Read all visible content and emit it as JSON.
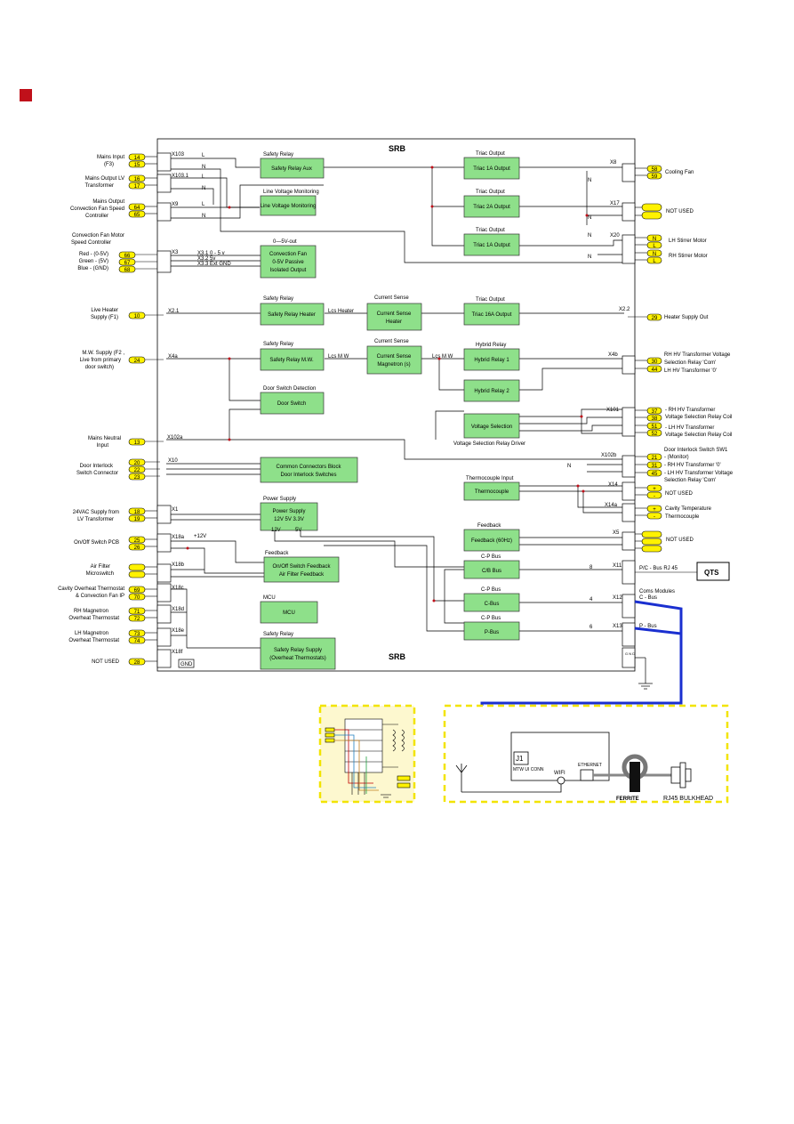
{
  "colors": {
    "green": "#8ee08a",
    "pin": "#fff200",
    "bus": "#1a2fd0",
    "dash": "#f2e400",
    "panel": "#fdf8cf"
  },
  "srb_top": "SRB",
  "srb_bottom": "SRB",
  "left": {
    "mains_input": "Mains Input",
    "mains_input_sub": "(F3)",
    "mains_out_lv": "Mains Output LV",
    "mains_out_lv_sub": "Transformer",
    "mo_conv": "Mains Output",
    "mo_conv2": "Convection Fan Speed",
    "mo_conv3": "Controller",
    "cf_motor": "Convection Fan Motor",
    "cf_motor2": "Speed Controller",
    "red": "Red - (0-5V)",
    "green": "Green - (5V)",
    "blue": "Blue - (GND)",
    "live_heater": "Live Heater",
    "live_heater2": "Supply (F1)",
    "mw1": "M.W. Supply (F2 ,",
    "mw2": "Live from primary",
    "mw3": "door switch)",
    "neutral1": "Mains Neutral",
    "neutral2": "Input",
    "di1": "Door Interlock",
    "di2": "Switch Connector",
    "v24a": "24VAC Supply from",
    "v24b": "LV Transformer",
    "onoff": "On/Off Switch PCB",
    "af1": "Air Filter",
    "af2": "Microswitch",
    "cot1": "Cavity Overheat Thermostat",
    "cot2": "& Convection Fan IP",
    "rhm1": "RH Magnetron",
    "rhm2": "Overheat Thermostat",
    "lhm1": "LH Magnetron",
    "lhm2": "Overheat Thermostat",
    "not_used": "NOT USED"
  },
  "pins": {
    "p14": "14",
    "p15": "15",
    "p16": "16",
    "p17": "17",
    "p64": "64",
    "p65": "65",
    "p66": "66",
    "p67": "67",
    "p68": "68",
    "p10": "10",
    "p24": "24",
    "p13": "13",
    "p20": "20",
    "p22": "22",
    "p23": "23",
    "p18": "18",
    "p19": "19",
    "p25": "25",
    "p26": "26",
    "p69": "69",
    "p70": "70",
    "p71": "71",
    "p72": "72",
    "p73": "73",
    "p74": "74",
    "p28": "28",
    "p58": "58",
    "p59": "59",
    "p29": "29",
    "p30": "30",
    "p44": "44",
    "p37": "37",
    "p38": "38",
    "p51": "51",
    "p52": "52",
    "p21": "21",
    "p31": "31",
    "p45": "45"
  },
  "conn": {
    "x103": "X103",
    "x103_1": "X103.1",
    "x9": "X9",
    "x3": "X3",
    "x3_1": "X3.1  0 - 5 v",
    "x3_2": "X3.2  5v",
    "x3_3": "X3.3 Ext GND",
    "x2_1": "X2.1",
    "x4a": "X4a",
    "x102a": "X102a",
    "x10": "X10",
    "x1": "X1",
    "x18a": "X18a",
    "x18b": "X18b",
    "x18c": "X18c",
    "x18d": "X18d",
    "x18e": "X18e",
    "x18f": "X18f",
    "x8": "X8",
    "x17": "X17",
    "x20": "X20",
    "x2_2": "X2.2",
    "x4b": "X4b",
    "x101": "X101",
    "x102b": "X102b",
    "x14": "X14",
    "x14a": "X14a",
    "x5": "X5",
    "x11": "X11",
    "x12": "X12",
    "x13": "X13",
    "L": "L",
    "N": "N",
    "v12": "+12V",
    "gnd": "GND",
    "lcs_heater": "Lcs Heater",
    "lcs_mw1": "Lcs M W",
    "lcs_mw2": "Lcs M W",
    "v05": "0—5V-out",
    "v12b": "12V",
    "v5b": "5V",
    "n8": "8",
    "n4": "4",
    "n6": "6"
  },
  "blocks": {
    "safety_relay_aux": "Safety Relay Aux",
    "line_vm": "Line Voltage Monitoring",
    "conv_fan1": "Convection Fan",
    "conv_fan2": "0-5V Passive",
    "conv_fan3": "Isolated Output",
    "sr_heater": "Safety Relay Heater",
    "cs_heater1": "Current Sense",
    "cs_heater2": "Heater",
    "sr_mw": "Safety Relay M.W.",
    "cs_mag1": "Current Sense",
    "cs_mag2": "Magnetron (s)",
    "door_switch": "Door Switch",
    "ccb1": "Common Connectors Block",
    "ccb2": "Door Interlock Switches",
    "ps1": "Power Supply",
    "ps2": "12V 5V 3.3V",
    "onoff_fb1": "On/Off Switch Feedback",
    "onoff_fb2": "Air Filter Feedback",
    "mcu": "MCU",
    "srs1": "Safety Relay Supply",
    "srs2": "(Overheat Thermostats)",
    "triac1a": "Triac 1A Output",
    "triac2a": "Triac 2A Output",
    "triac1a_b": "Triac 1A Output",
    "triac16a": "Triac 16A Output",
    "hybrid1": "Hybrid Relay 1",
    "hybrid2": "Hybrid Relay 2",
    "vsel": "Voltage Selection",
    "thermo": "Thermocouple",
    "feedback": "Feedback (60Hz)",
    "cb_bus": "C/B Bus",
    "c_bus": "C-Bus",
    "p_bus": "P-Bus"
  },
  "titles": {
    "safety_relay": "Safety Relay",
    "lvm": "Line Voltage Monitoring",
    "triac_out": "Triac Output",
    "current_sense": "Current Sense",
    "hybrid_relay": "Hybrid Relay",
    "dsd": "Door Switch Detection",
    "vsrd": "Voltage Selection Relay Driver",
    "tc_input": "Thermocouple Input",
    "power_supply": "Power Supply",
    "feedback": "Feedback",
    "cp_bus": "C-P Bus",
    "mcu": "MCU"
  },
  "right": {
    "cooling_fan": "Cooling Fan",
    "not_used": "NOT USED",
    "lh_stirrer": "LH Stirrer Motor",
    "rh_stirrer": "RH Stirrer Motor",
    "heater_out": "Heater Supply Out",
    "rh_hv1": "RH HV Transformer Voltage",
    "rh_hv2": "Selection Relay 'Com'",
    "lh_hv0": "LH HV Transformer '0'",
    "rh_coil1": "- RH HV Transformer",
    "rh_coil2": "Voltage Selection Relay Coil",
    "lh_coil1": "- LH HV Transformer",
    "lh_coil2": "Voltage Selection Relay Coil",
    "di_sw1": "Door Interlock Switch SW1",
    "monitor": "- (Monitor)",
    "rh_hv0": "- RH HV Transformer '0'",
    "lh_vs1": "- LH HV Transformer Voltage",
    "lh_vs2": "Selection Relay 'Com'",
    "cav_t1": "Cavity Temperature",
    "cav_t2": "Thermocouple",
    "pc_bus": "P/C - Bus RJ 45",
    "qts": "QTS",
    "coms1": "Coms Modules",
    "coms2": "C - Bus",
    "p_bus": "P - Bus",
    "j1": "J1",
    "mtw": "MTW UI CONN",
    "wifi": "WIFI",
    "ethernet": "ETHERNET",
    "ferrite": "FERRITE",
    "rj45": "RJ45 BULKHEAD",
    "gnd_v": "G N D"
  }
}
